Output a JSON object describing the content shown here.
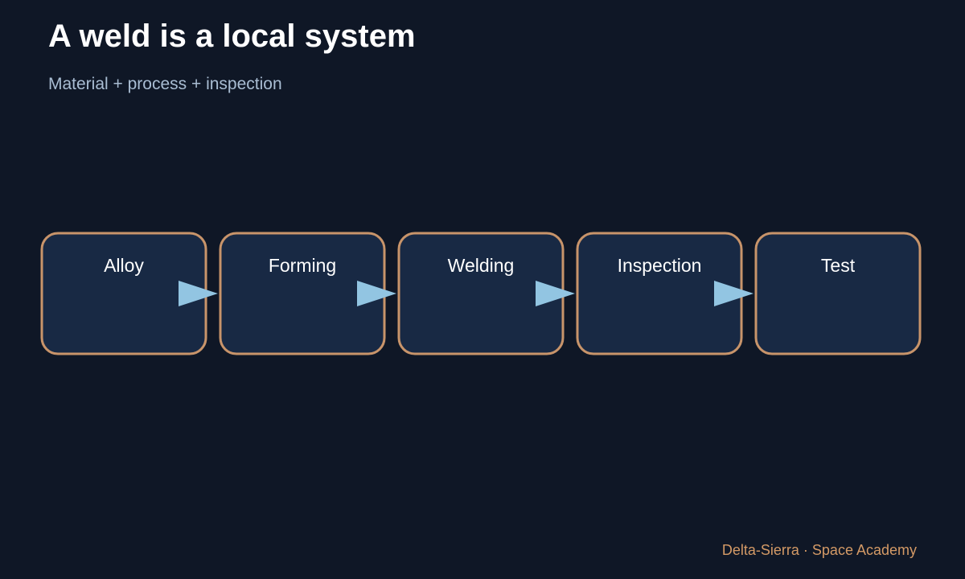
{
  "slide": {
    "title": "A weld is a local system",
    "subtitle": "Material + process + inspection",
    "footer": "Delta-Sierra · Space Academy"
  },
  "colors": {
    "background": "#0f1726",
    "box_fill": "#182944",
    "box_border": "#c8946a",
    "arrow": "#92c5e2",
    "title": "#ffffff",
    "subtitle": "#a9bdd3",
    "footer": "#d49a66"
  },
  "flow": {
    "steps": [
      {
        "label": "Alloy"
      },
      {
        "label": "Forming"
      },
      {
        "label": "Welding"
      },
      {
        "label": "Inspection"
      },
      {
        "label": "Test"
      }
    ],
    "connector_icon": "arrow-right-icon"
  }
}
